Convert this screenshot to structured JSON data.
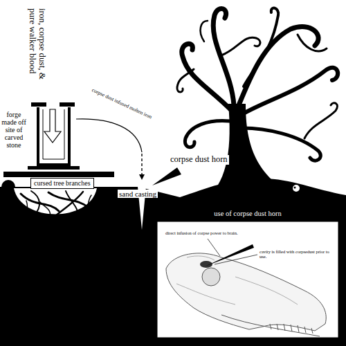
{
  "diagram": {
    "nodes": [
      {
        "text": [
          "cursed tree branches"
        ]
      },
      {
        "text": [
          "use of corpse dust horn",
          "direct infusion of corpse power to brain.",
          "cavity is filled with corpsedust prior to use."
        ]
      }
    ],
    "labels": [
      "iron, corpse dust, & pure walker blood",
      "forge made off site of carved stone",
      "corpse dust infused molten iron",
      "corpse dust horn",
      "sand casting"
    ]
  }
}
